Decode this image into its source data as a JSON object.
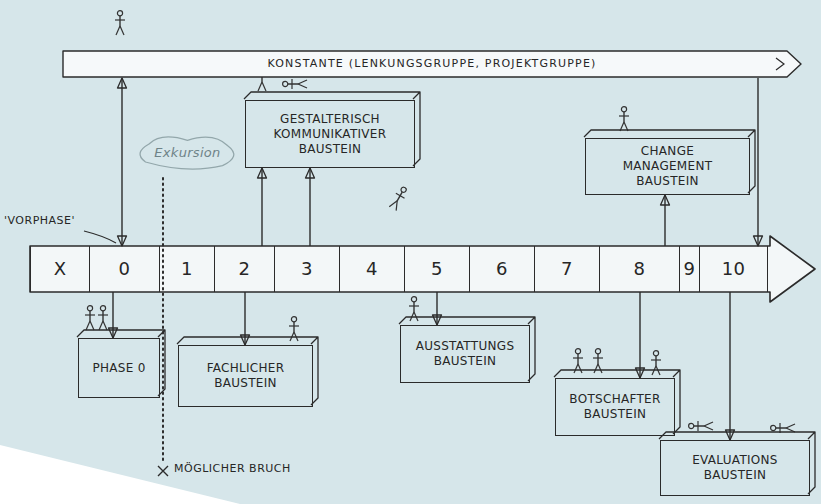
{
  "diagram": {
    "nodes": [
      {
        "text": [
          "KONSTANTE (LENKUNGSGRUPPE, PROJEKTGRUPPE)"
        ]
      },
      {
        "text": [
          "Exkursion"
        ]
      },
      {
        "text": [
          "GESTALTERISCH KOMMUNIKATIVER BAUSTEIN"
        ]
      },
      {
        "text": [
          "CHANGE MANAGEMENT BAUSTEIN"
        ]
      },
      {
        "text": [
          "X"
        ]
      },
      {
        "text": [
          "0"
        ]
      },
      {
        "text": [
          "1"
        ]
      },
      {
        "text": [
          "2"
        ]
      },
      {
        "text": [
          "3"
        ]
      },
      {
        "text": [
          "4"
        ]
      },
      {
        "text": [
          "5"
        ]
      },
      {
        "text": [
          "6"
        ]
      },
      {
        "text": [
          "7"
        ]
      },
      {
        "text": [
          "8"
        ]
      },
      {
        "text": [
          "9"
        ]
      },
      {
        "text": [
          "10"
        ]
      },
      {
        "text": [
          "PHASE 0"
        ]
      },
      {
        "text": [
          "FACHLICHER BAUSTEIN"
        ]
      },
      {
        "text": [
          "AUSSTATTUNGS BAUSTEIN"
        ]
      },
      {
        "text": [
          "BOTSCHAFTER BAUSTEIN"
        ]
      },
      {
        "text": [
          "EVALUATIONS BAUSTEIN"
        ]
      }
    ],
    "edges": [
      {
        "from": 0,
        "to": 5,
        "arrow": "both"
      },
      {
        "from": 0,
        "to": 15,
        "arrow": "to"
      },
      {
        "from": 7,
        "to": 2,
        "arrow": "to"
      },
      {
        "from": 8,
        "to": 2,
        "arrow": "to"
      },
      {
        "from": 13,
        "to": 3,
        "arrow": "to"
      },
      {
        "from": 5,
        "to": 16,
        "arrow": "to"
      },
      {
        "from": 7,
        "to": 17,
        "arrow": "to"
      },
      {
        "from": 10,
        "to": 18,
        "arrow": "to"
      },
      {
        "from": 13,
        "to": 19,
        "arrow": "to"
      },
      {
        "from": 15,
        "to": 20,
        "arrow": "to"
      }
    ],
    "labels": [
      "'VORPHASE'",
      "MÖGLICHER BRUCH"
    ]
  }
}
